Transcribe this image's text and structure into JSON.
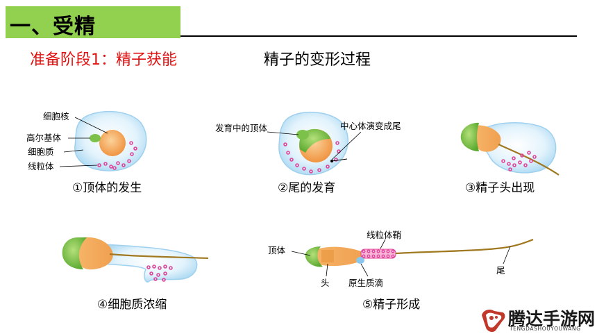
{
  "header": {
    "title": "一、受精",
    "subtitle_left": "准备阶段1：精子获能",
    "subtitle_right": "精子的变形过程"
  },
  "stages": [
    {
      "caption": "①顶体的发生",
      "labels": [
        "细胞核",
        "高尔基体",
        "细胞质",
        "线粒体"
      ]
    },
    {
      "caption": "②尾的发育",
      "labels": [
        "发育中的顶体",
        "中心体演变成尾"
      ]
    },
    {
      "caption": "③精子头出现",
      "labels": []
    },
    {
      "caption": "④细胞质浓缩",
      "labels": []
    },
    {
      "caption": "⑤精子形成",
      "labels": [
        "线粒体鞘",
        "顶体",
        "头",
        "原生质滴",
        "尾"
      ]
    }
  ],
  "colors": {
    "title_bg": "#92d050",
    "subtitle_red": "#e01010",
    "cytoplasm": "#bfe3f7",
    "nucleus": "#f4a95a",
    "acrosome": "#7cc24a",
    "mitochondria": "#e0449a",
    "tail": "#a07820"
  },
  "watermark": {
    "text_cn": "腾达手游网",
    "text_en": "TENGDASHOUYOUWANG",
    "icon": "controller-logo-icon"
  }
}
